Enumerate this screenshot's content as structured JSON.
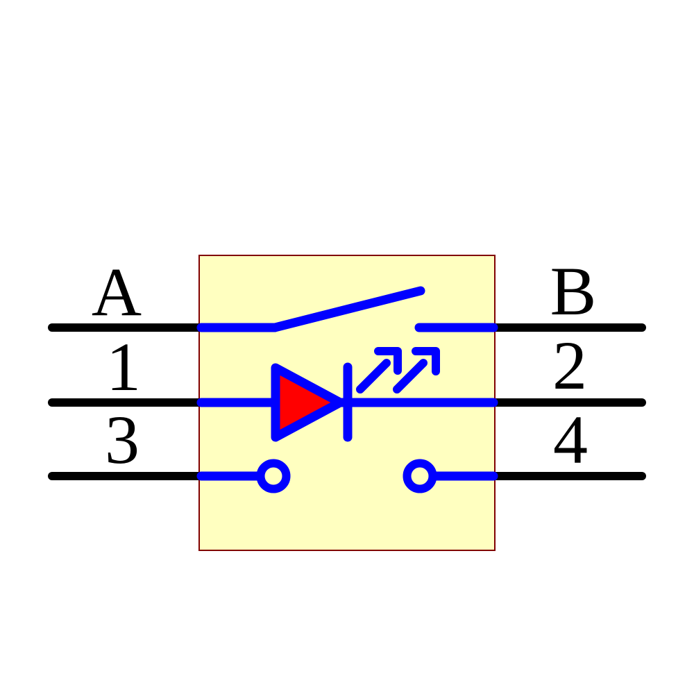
{
  "pins": {
    "a": "A",
    "b": "B",
    "p1": "1",
    "p2": "2",
    "p3": "3",
    "p4": "4"
  },
  "colors": {
    "background": "#FFFFFF",
    "body_fill": "#FFFFC0",
    "body_border": "#800000",
    "symbol_blue": "#0000FF",
    "led_fill": "#FF0000",
    "wire_black": "#000000",
    "label_text": "#000000"
  },
  "symbols": {
    "switch": "spst-switch-open",
    "led": "light-emitting-diode",
    "contacts": "open-contact-circles"
  }
}
